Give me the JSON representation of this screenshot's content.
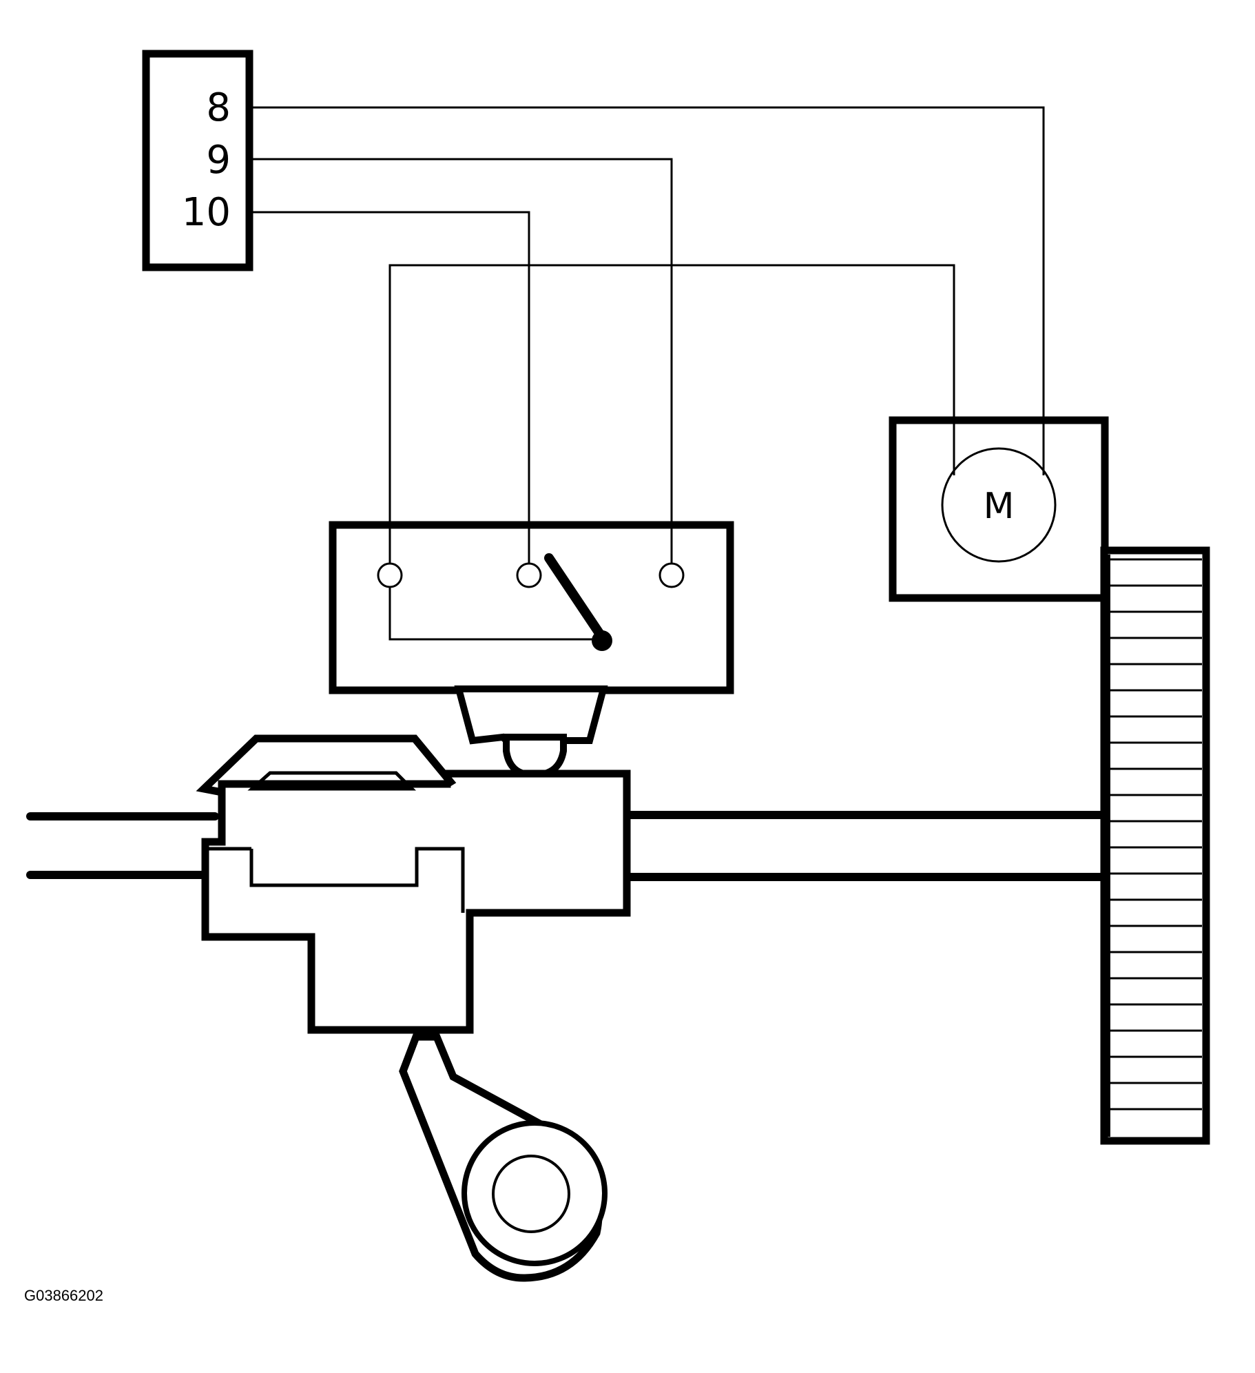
{
  "connector": {
    "pins": [
      "8",
      "9",
      "10"
    ]
  },
  "motor": {
    "label": "M"
  },
  "figure_code": "G03866202",
  "colors": {
    "line": "#000000",
    "background": "#ffffff"
  }
}
